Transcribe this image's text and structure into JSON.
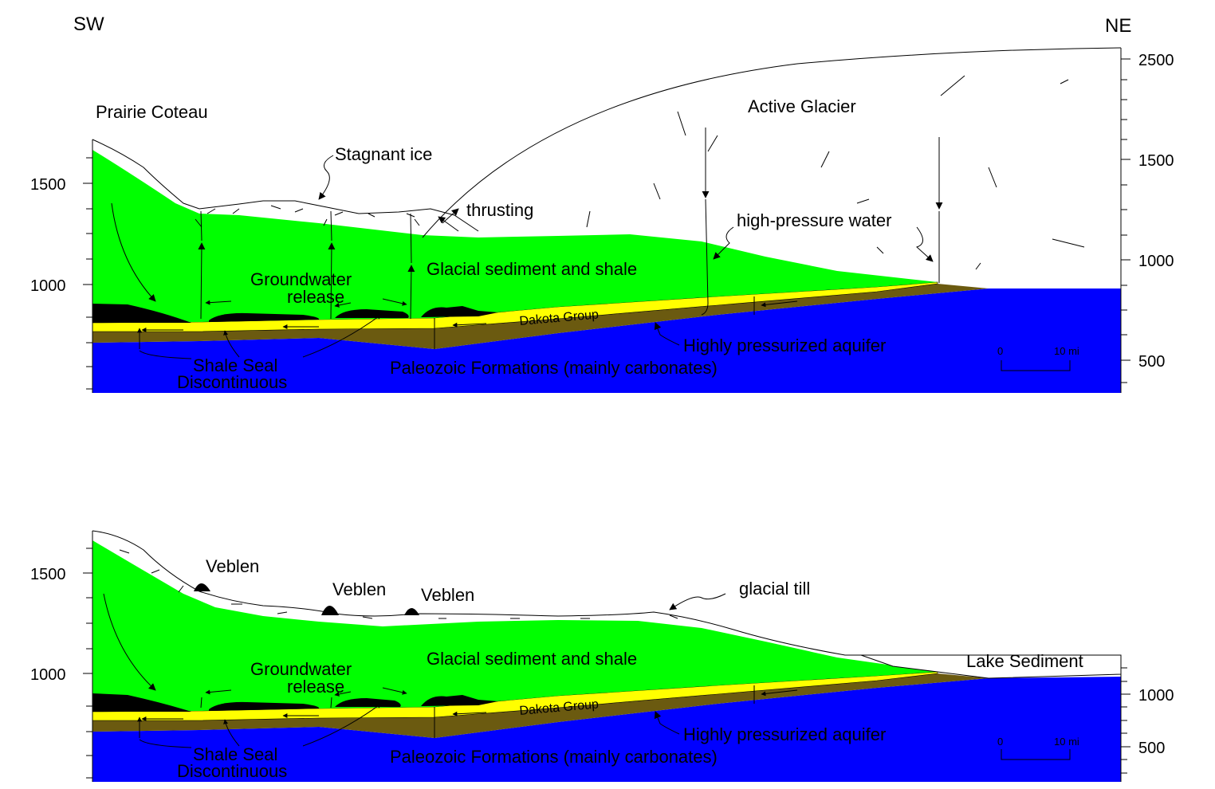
{
  "directions": {
    "left": "SW",
    "right": "NE"
  },
  "top_panel": {
    "labels": {
      "prairie_coteau": "Prairie Coteau",
      "active_glacier": "Active Glacier",
      "stagnant_ice": "Stagnant ice",
      "thrusting": "thrusting",
      "high_pressure_water": "high-pressure water",
      "glacial_sediment": "Glacial sediment and shale",
      "groundwater_1": "Groundwater",
      "groundwater_2": "release",
      "dakota": "Dakota Group",
      "pressurized_aquifer": "Highly pressurized aquifer",
      "shale_seal": "Shale Seal",
      "discontinuous": "Discontinuous",
      "paleozoic": "Paleozoic Formations (mainly carbonates)"
    },
    "left_axis_ticks": [
      "1500",
      "1000"
    ],
    "right_axis_ticks": [
      "2500",
      "1500",
      "1000",
      "500"
    ],
    "scale": {
      "start": "0",
      "end": "10 mi"
    }
  },
  "bottom_panel": {
    "labels": {
      "veblen_1": "Veblen",
      "veblen_2": "Veblen",
      "veblen_3": "Veblen",
      "glacial_till": "glacial till",
      "lake_sediment": "Lake Sediment",
      "glacial_sediment": "Glacial sediment and shale",
      "groundwater_1": "Groundwater",
      "groundwater_2": "release",
      "dakota": "Dakota Group",
      "pressurized_aquifer": "Highly pressurized aquifer",
      "shale_seal": "Shale Seal",
      "discontinuous": "Discontinuous",
      "paleozoic": "Paleozoic Formations (mainly carbonates)"
    },
    "left_axis_ticks": [
      "1500",
      "1000"
    ],
    "right_axis_ticks": [
      "1000",
      "500"
    ],
    "scale": {
      "start": "0",
      "end": "10 mi"
    }
  },
  "colors": {
    "glacial_sediment": "#00ff00",
    "dakota": "#ffff00",
    "pressurized_layer": "#6b5a10",
    "paleozoic": "#0000ff",
    "shale": "#000000",
    "ice": "#ffffff"
  }
}
